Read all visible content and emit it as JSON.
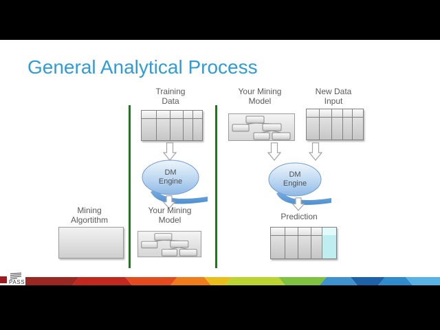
{
  "slide": {
    "title": "General Analytical Process",
    "top_labels": {
      "training_data": "Training Data",
      "your_mining_model": "Your Mining Model",
      "new_data_input": "New Data Input"
    },
    "bottom_labels": {
      "mining_algorithm": "Mining Algortithm",
      "your_mining_model": "Your Mining Model",
      "prediction": "Prediction"
    },
    "dm_engine_label": "DM Engine",
    "colors": {
      "title_blue": "#2D9CD8",
      "divider_green": "#1B781B",
      "engine_bubble_blue": "#9CC3EA",
      "engine_tail_blue": "#5D9BD8",
      "prediction_highlight_cyan": "#BFEEF0",
      "label_gray": "#595959"
    }
  },
  "footer": {
    "logo_text": "PASS",
    "ribbon_segments": [
      {
        "color": "#9A2822",
        "end": 73
      },
      {
        "color": "#C1281E",
        "end": 150
      },
      {
        "color": "#E24C1E",
        "end": 216
      },
      {
        "color": "#EF7D1B",
        "end": 265
      },
      {
        "color": "#E8BE1D",
        "end": 295
      },
      {
        "color": "#BCD432",
        "end": 373
      },
      {
        "color": "#7FC241",
        "end": 433
      },
      {
        "color": "#3E92CD",
        "end": 478
      },
      {
        "color": "#1D61A8",
        "end": 518
      },
      {
        "color": "#2F8BCB",
        "end": 558
      },
      {
        "color": "#58B2E4",
        "end": 603
      }
    ]
  }
}
